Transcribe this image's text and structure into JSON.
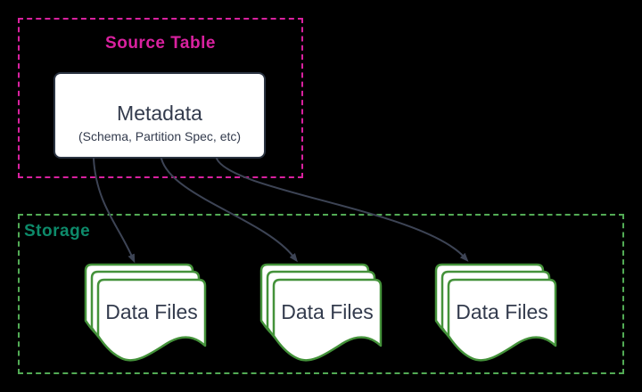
{
  "diagram": {
    "source_table": {
      "label": "Source Table",
      "metadata_node": {
        "title": "Metadata",
        "subtitle": "(Schema, Partition Spec, etc)"
      }
    },
    "storage": {
      "label": "Storage",
      "data_files": [
        {
          "label": "Data Files"
        },
        {
          "label": "Data Files"
        },
        {
          "label": "Data Files"
        }
      ]
    },
    "connections": [
      {
        "from": "Metadata",
        "to": "Data Files (left)"
      },
      {
        "from": "Metadata",
        "to": "Data Files (center)"
      },
      {
        "from": "Metadata",
        "to": "Data Files (right)"
      }
    ],
    "colors": {
      "background": "#000000",
      "source_color": "#d9219f",
      "storage_border": "#52ab55",
      "storage_label": "#0d8a6a",
      "doc_border": "#44923a",
      "node_border": "#2b3442",
      "node_fill": "#ffffff",
      "text": "#333b4d",
      "arrow": "#3d4455"
    }
  }
}
